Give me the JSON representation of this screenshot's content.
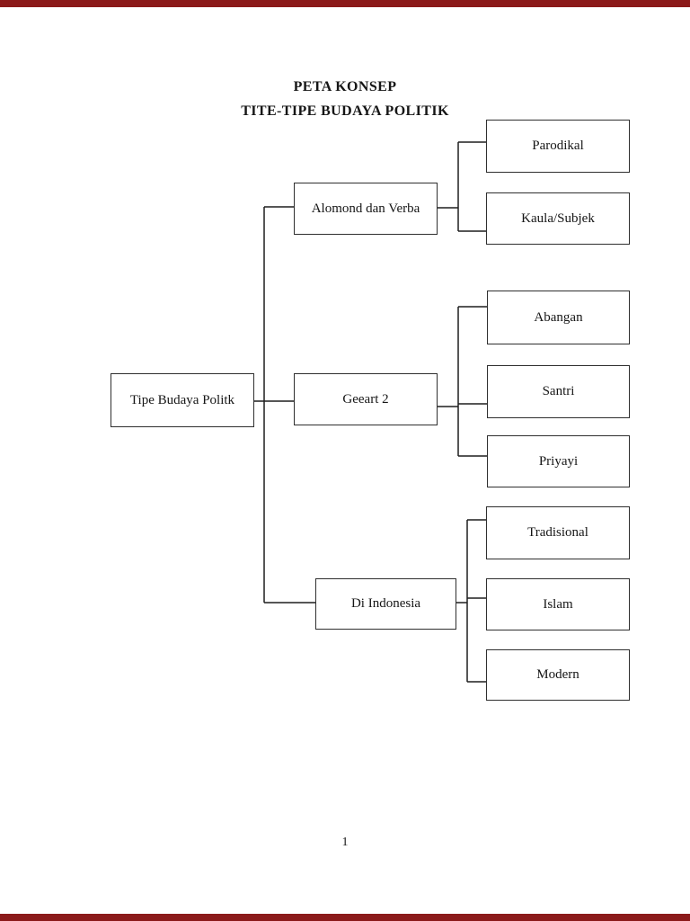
{
  "document": {
    "title_line1": "PETA KONSEP",
    "title_line2": "TITE-TIPE BUDAYA POLITIK",
    "page_number": "1"
  },
  "colors": {
    "top_bottom_bar": "#8b1a1a",
    "box_border": "#2f2f2f",
    "connector_line": "#1f1f1f"
  },
  "diagram": {
    "root": {
      "label": "Tipe Budaya Politk"
    },
    "branches": [
      {
        "label": "Alomond dan Verba",
        "children": [
          "Parodikal",
          "Kaula/Subjek"
        ]
      },
      {
        "label": "Geeart 2",
        "children": [
          "Abangan",
          "Santri",
          "Priyayi"
        ]
      },
      {
        "label": "Di Indonesia",
        "children": [
          "Tradisional",
          "Islam",
          "Modern"
        ]
      }
    ]
  }
}
